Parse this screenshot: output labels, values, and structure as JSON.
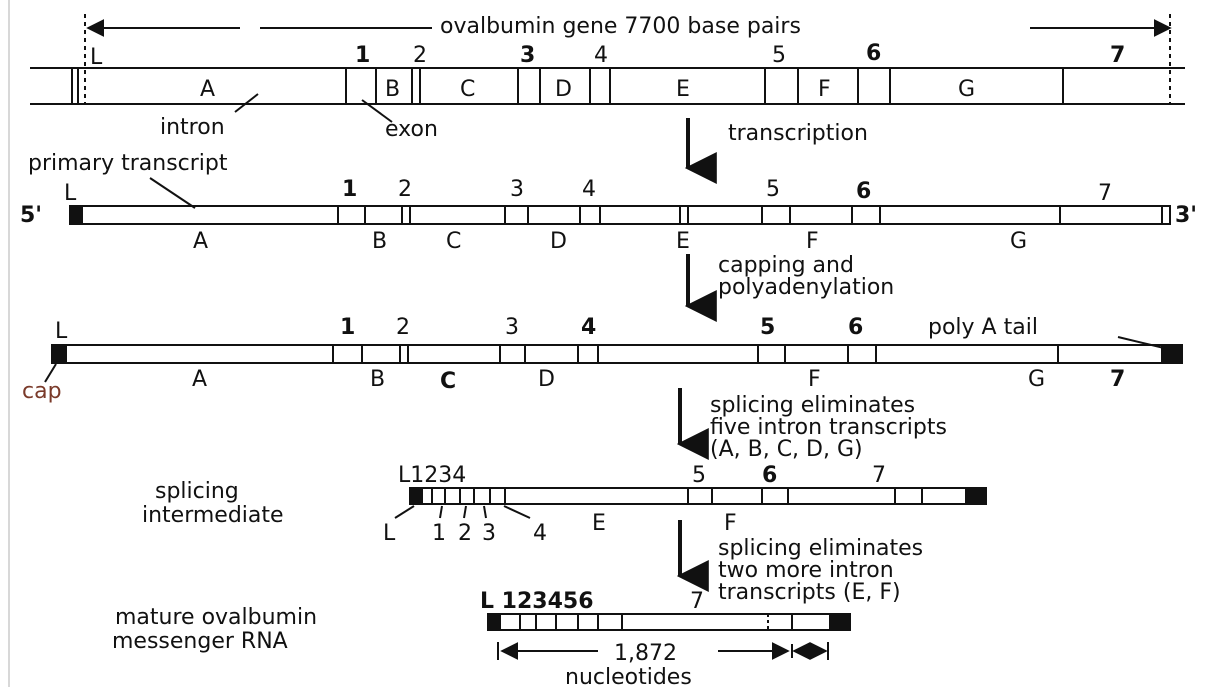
{
  "gene": {
    "header": "ovalbumin gene 7700 base pairs",
    "exons": [
      "L",
      "1",
      "2",
      "3",
      "4",
      "5",
      "6",
      "7"
    ],
    "introns": [
      "A",
      "B",
      "C",
      "D",
      "E",
      "F",
      "G"
    ],
    "intron_label": "intron",
    "exon_label": "exon"
  },
  "step1": {
    "label": "transcription"
  },
  "primary": {
    "title": "primary transcript",
    "five_prime": "5'",
    "three_prime": "3'",
    "exons": [
      "L",
      "1",
      "2",
      "3",
      "4",
      "5",
      "6",
      "7"
    ],
    "introns": [
      "A",
      "B",
      "C",
      "D",
      "E",
      "F",
      "G"
    ]
  },
  "step2": {
    "line1": "capping and",
    "line2": "polyadenylation"
  },
  "capped": {
    "exons": [
      "L",
      "1",
      "2",
      "3",
      "4",
      "5",
      "6",
      "7"
    ],
    "introns": [
      "A",
      "B",
      "C",
      "D",
      "F",
      "G"
    ],
    "poly_a": "poly A tail",
    "cap": "cap"
  },
  "step3": {
    "line1": "splicing eliminates",
    "line2": "five intron transcripts",
    "line3": "(A, B, C, D, G)"
  },
  "intermediate": {
    "title_line1": "splicing",
    "title_line2": "intermediate",
    "top_left": "L1234",
    "top_exons": [
      "5",
      "6",
      "7"
    ],
    "bottom_exons": [
      "L",
      "1",
      "2",
      "3",
      "4"
    ],
    "introns": [
      "E",
      "F"
    ]
  },
  "step4": {
    "line1": "splicing eliminates",
    "line2": "two more intron",
    "line3": "transcripts (E, F)"
  },
  "mature": {
    "title_line1": "mature ovalbumin",
    "title_line2": "messenger RNA",
    "top_left": "L 123456",
    "top_seven": "7",
    "length": "1,872",
    "unit": "nucleotides"
  }
}
